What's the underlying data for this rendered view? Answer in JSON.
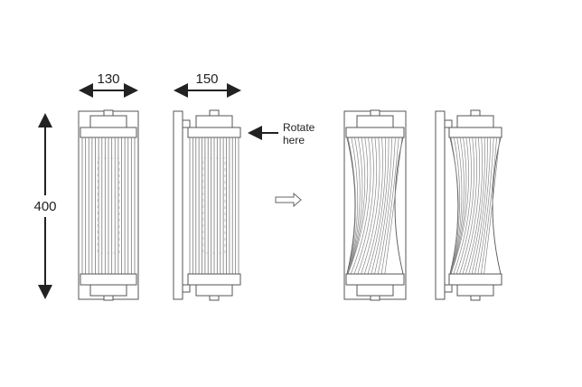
{
  "dimensions": {
    "width_front": "130",
    "width_side": "150",
    "height": "400"
  },
  "annotation": {
    "line1": "Rotate",
    "line2": "here"
  },
  "colors": {
    "line": "#555555",
    "rod": "#888888",
    "text": "#222222"
  }
}
